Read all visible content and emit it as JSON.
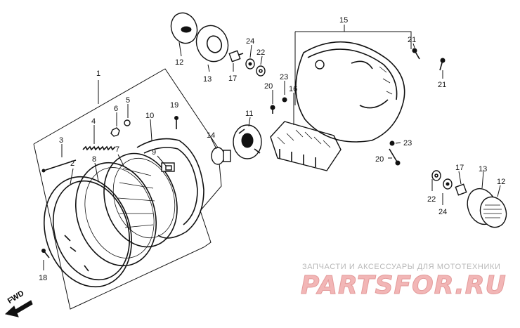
{
  "callouts": {
    "c1": "1",
    "c2": "2",
    "c3": "3",
    "c4": "4",
    "c5": "5",
    "c6": "6",
    "c7": "7",
    "c8": "8",
    "c9": "9",
    "c10": "10",
    "c11": "11",
    "c12_top": "12",
    "c13_top": "13",
    "c14": "14",
    "c15": "15",
    "c16": "16",
    "c17_top": "17",
    "c18": "18",
    "c19": "19",
    "c20_a": "20",
    "c20_b": "20",
    "c21_a": "21",
    "c21_b": "21",
    "c22_top": "22",
    "c23_a": "23",
    "c23_b": "23",
    "c24_top": "24",
    "c12_r": "12",
    "c13_r": "13",
    "c17_r": "17",
    "c22_r": "22",
    "c24_r": "24"
  },
  "direction_marker": {
    "label": "FWD"
  },
  "watermark": {
    "tagline": "ЗАПЧАСТИ И АКСЕССУАРЫ ДЛЯ МОТОТЕХНИКИ",
    "logo_text": "PARTSFOR.RU"
  },
  "colors": {
    "ink": "#111111",
    "watermark_text": "#b8b8b8",
    "logo": "#f2b6b6"
  }
}
